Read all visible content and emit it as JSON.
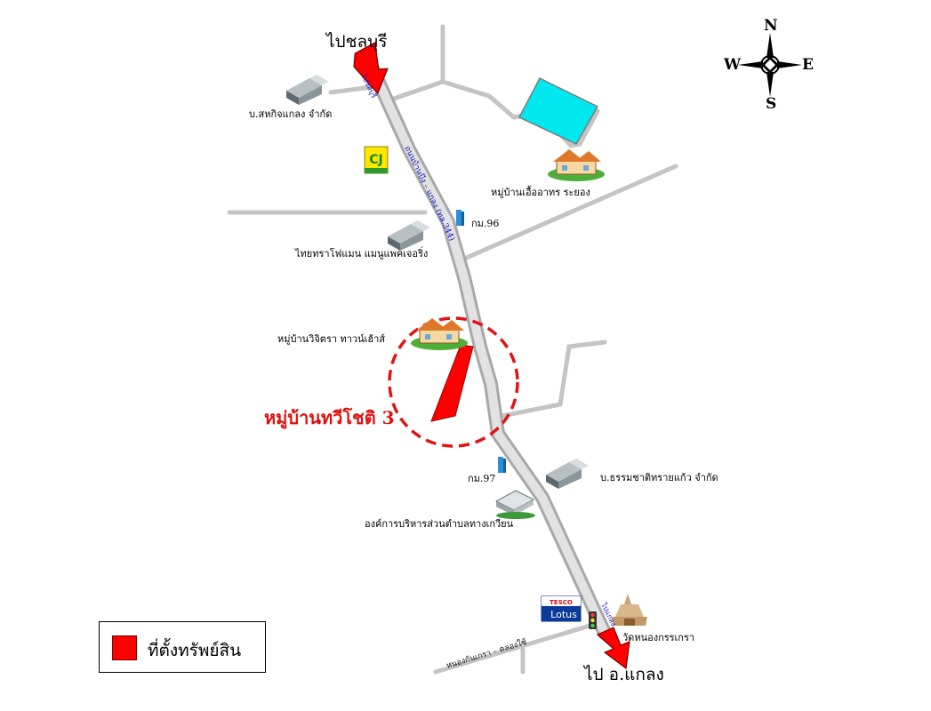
{
  "map": {
    "top_destination": "ไปชลบุรี",
    "bottom_destination": "ไป อ.แกลง",
    "road_label_main": "ถนนบ้านบึง – แกลง (ทล.344)",
    "road_label_top": "ไปชลบุรี",
    "road_label_bottom": "ไปแกลง",
    "road_label_side": "หนองกันเกรา – คลองใช้",
    "property_label": "หมู่บ้านทวีโชติ 3",
    "places": {
      "sahakit": "บ.สหกิจแกลง จำกัด",
      "eua_arthon": "หมู่บ้านเอื้ออาทร ระยอง",
      "km96": "กม.96",
      "thai_tarafoam": "ไทยทราโฟแมน แมนูแพคเจอริ่ง",
      "vijitra": "หมู่บ้านวิจิตรา ทาวน์เฮ้าส์",
      "km97": "กม.97",
      "thammachat": "บ.ธรรมชาติทรายแก้ว จำกัด",
      "obt": "องค์การบริหารส่วนตำบลทางเกวียน",
      "wat": "วัดหนองกรรเกรา",
      "tesco_top": "TESCO",
      "tesco_bottom": "Lotus"
    },
    "compass": {
      "n": "N",
      "s": "S",
      "e": "E",
      "w": "W"
    },
    "legend_label": "ที่ตั้งทรัพย์สิน",
    "colors": {
      "property": "#ff0000",
      "pond": "#00e5ee",
      "road_fill": "#d8d8d8",
      "road_edge": "#a8a8a8",
      "road_text": "#1010c0"
    }
  }
}
